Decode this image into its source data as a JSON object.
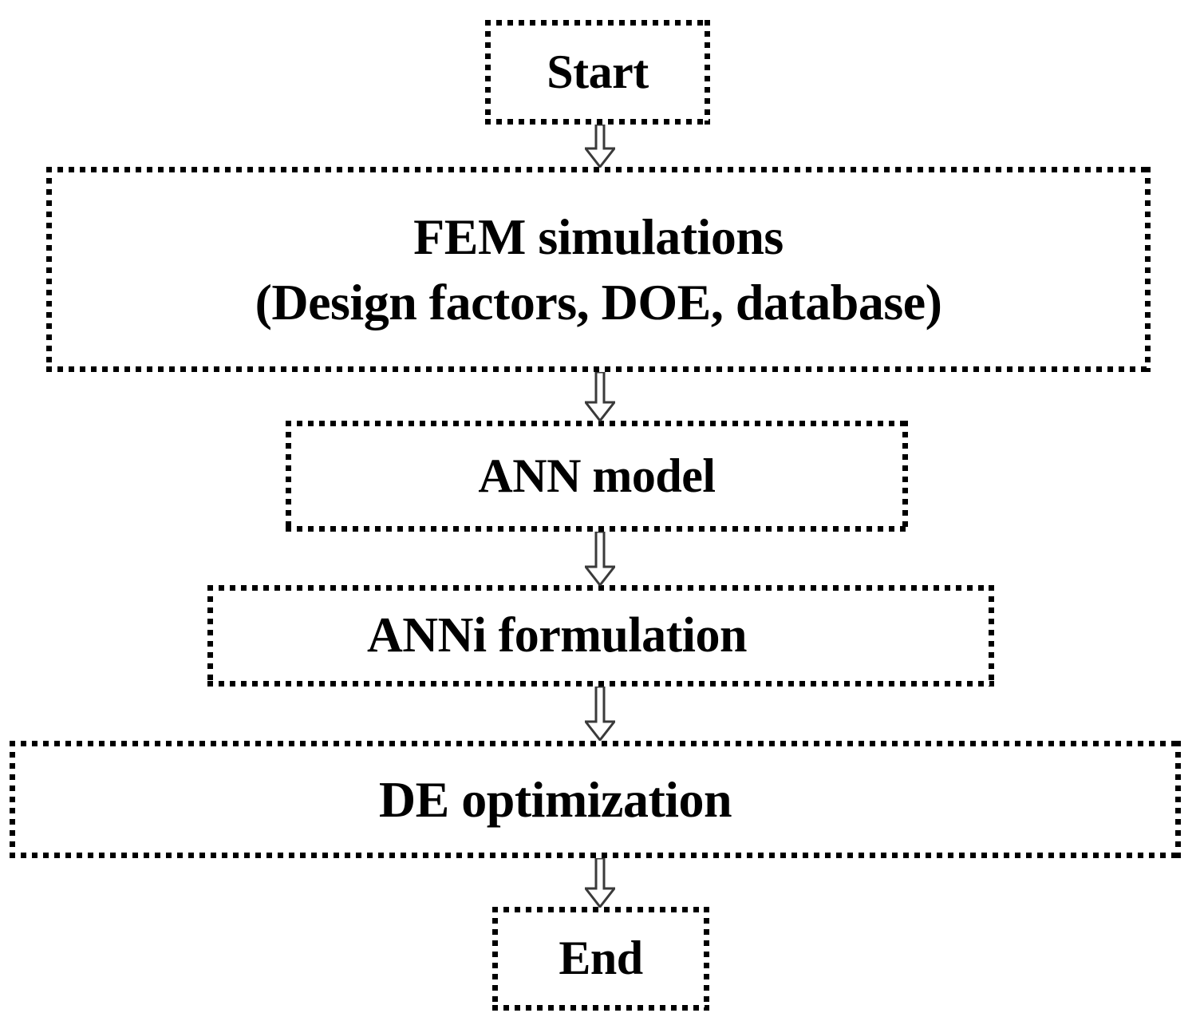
{
  "diagram": {
    "type": "flowchart",
    "orientation": "vertical",
    "background_color": "#ffffff",
    "border_color": "#000000",
    "text_color": "#000000",
    "border_style": "dotted",
    "nodes": [
      {
        "id": "start",
        "label": "Start",
        "shape": "rectangle"
      },
      {
        "id": "fem",
        "label_line1": "FEM simulations",
        "label_line2": "(Design factors, DOE, database)",
        "shape": "rectangle"
      },
      {
        "id": "ann",
        "label": "ANN model",
        "shape": "rectangle"
      },
      {
        "id": "anni",
        "label": "ANNi formulation",
        "shape": "rectangle"
      },
      {
        "id": "de",
        "label": "DE optimization",
        "shape": "rectangle"
      },
      {
        "id": "end",
        "label": "End",
        "shape": "rectangle"
      }
    ],
    "connectors": [
      {
        "id": "arrow-1",
        "from": "start",
        "to": "fem",
        "glyph": "down-block-arrow"
      },
      {
        "id": "arrow-2",
        "from": "fem",
        "to": "ann",
        "glyph": "down-block-arrow"
      },
      {
        "id": "arrow-3",
        "from": "ann",
        "to": "anni",
        "glyph": "down-block-arrow"
      },
      {
        "id": "arrow-4",
        "from": "anni",
        "to": "de",
        "glyph": "down-block-arrow"
      },
      {
        "id": "arrow-5",
        "from": "de",
        "to": "end",
        "glyph": "down-block-arrow"
      }
    ]
  }
}
